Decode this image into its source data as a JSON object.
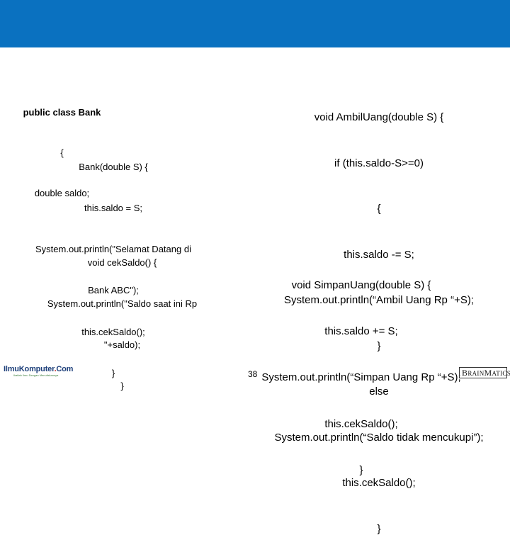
{
  "slide": {
    "header_color": "#0a71c0",
    "page_number": "38"
  },
  "left_top": [
    "public class Bank",
    "{",
    "double saldo;"
  ],
  "left_ctor": [
    "Bank(double S) {",
    "this.saldo = S;",
    "System.out.println(\"Selamat Datang di",
    "Bank ABC\");",
    "this.cekSaldo();",
    "}"
  ],
  "left_cek": [
    "void cekSaldo() {",
    "System.out.println(\"Saldo saat ini Rp",
    "\"+saldo);",
    "}"
  ],
  "right_ambil": [
    "void AmbilUang(double S) {",
    "if (this.saldo-S>=0)",
    "{",
    "this.saldo -= S;",
    "System.out.println(“Ambil Uang Rp “+S);",
    "}",
    "else",
    "System.out.println(“Saldo tidak mencukupi”);",
    "this.cekSaldo();",
    "}"
  ],
  "right_simpan": [
    "void SimpanUang(double S) {",
    "this.saldo += S;",
    "System.out.println(“Simpan Uang Rp “+S);",
    "this.cekSaldo();",
    "}"
  ],
  "logos": {
    "left_brand_a": "IlmuKomputer",
    "left_brand_dot": ".",
    "left_brand_b": "Com",
    "left_tagline": "Ikatlah Ilmu Dengan Menuliskannya",
    "right_brand_big_b": "B",
    "right_brand_rain": "RAIN",
    "right_brand_big_m": "M",
    "right_brand_atics": "ATICS"
  }
}
